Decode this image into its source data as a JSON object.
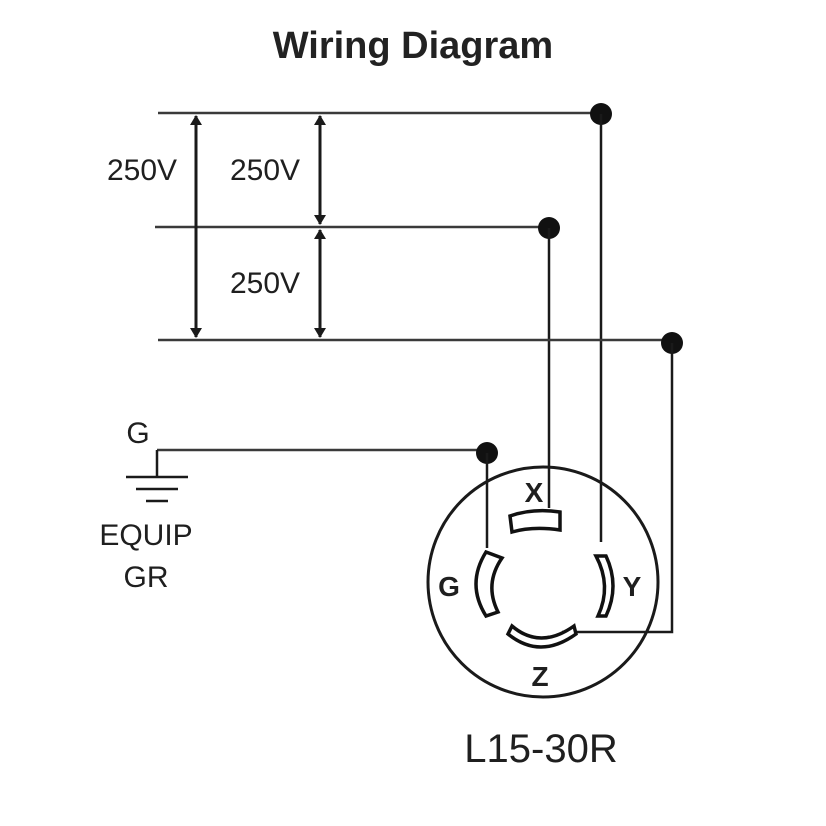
{
  "title": "Wiring Diagram",
  "voltages": {
    "outer": "250V",
    "upper": "250V",
    "lower": "250V"
  },
  "ground": {
    "label": "G",
    "equip_line1": "EQUIP",
    "equip_line2": "GR"
  },
  "receptacle": {
    "model": "L15-30R",
    "terminals": {
      "x": "X",
      "y": "Y",
      "z": "Z",
      "g": "G"
    }
  }
}
